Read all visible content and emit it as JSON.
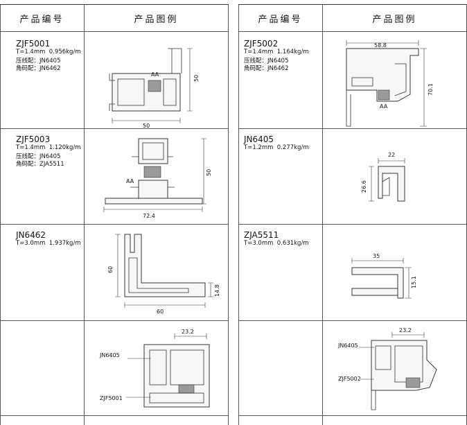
{
  "headers": {
    "code": "产品编号",
    "figure": "产品图例"
  },
  "left": [
    {
      "code": "ZJF5001",
      "lines": [
        "T=1.4mm  0.956kg/m",
        "压线配：JN6405",
        "角码配：JN6462"
      ],
      "dims": [
        "AA",
        "50",
        "50"
      ]
    },
    {
      "code": "ZJF5003",
      "lines": [
        "T=1.4mm  1.120kg/m",
        "压线配：JN6405",
        "角码配：ZJA5511"
      ],
      "dims": [
        "AA",
        "50",
        "72.4"
      ]
    },
    {
      "code": "JN6462",
      "lines": [
        "T=3.0mm  1.937kg/m"
      ],
      "dims": [
        "60",
        "60",
        "14.8"
      ]
    },
    {
      "code": "",
      "lines": [],
      "dims": [
        "23.2",
        "JN6405",
        "ZJF5001"
      ]
    }
  ],
  "right": [
    {
      "code": "ZJF5002",
      "lines": [
        "T=1.4mm  1.164kg/m",
        "压线配：JN6405",
        "角码配：JN6462"
      ],
      "dims": [
        "58.8",
        "70.1",
        "AA"
      ]
    },
    {
      "code": "JN6405",
      "lines": [
        "T=1.2mm  0.277kg/m"
      ],
      "dims": [
        "22",
        "26.6"
      ]
    },
    {
      "code": "ZJA5511",
      "lines": [
        "T=3.0mm  0.631kg/m"
      ],
      "dims": [
        "35",
        "15.1"
      ]
    },
    {
      "code": "",
      "lines": [],
      "dims": [
        "23.2",
        "JN6405",
        "ZJF5002"
      ]
    }
  ]
}
